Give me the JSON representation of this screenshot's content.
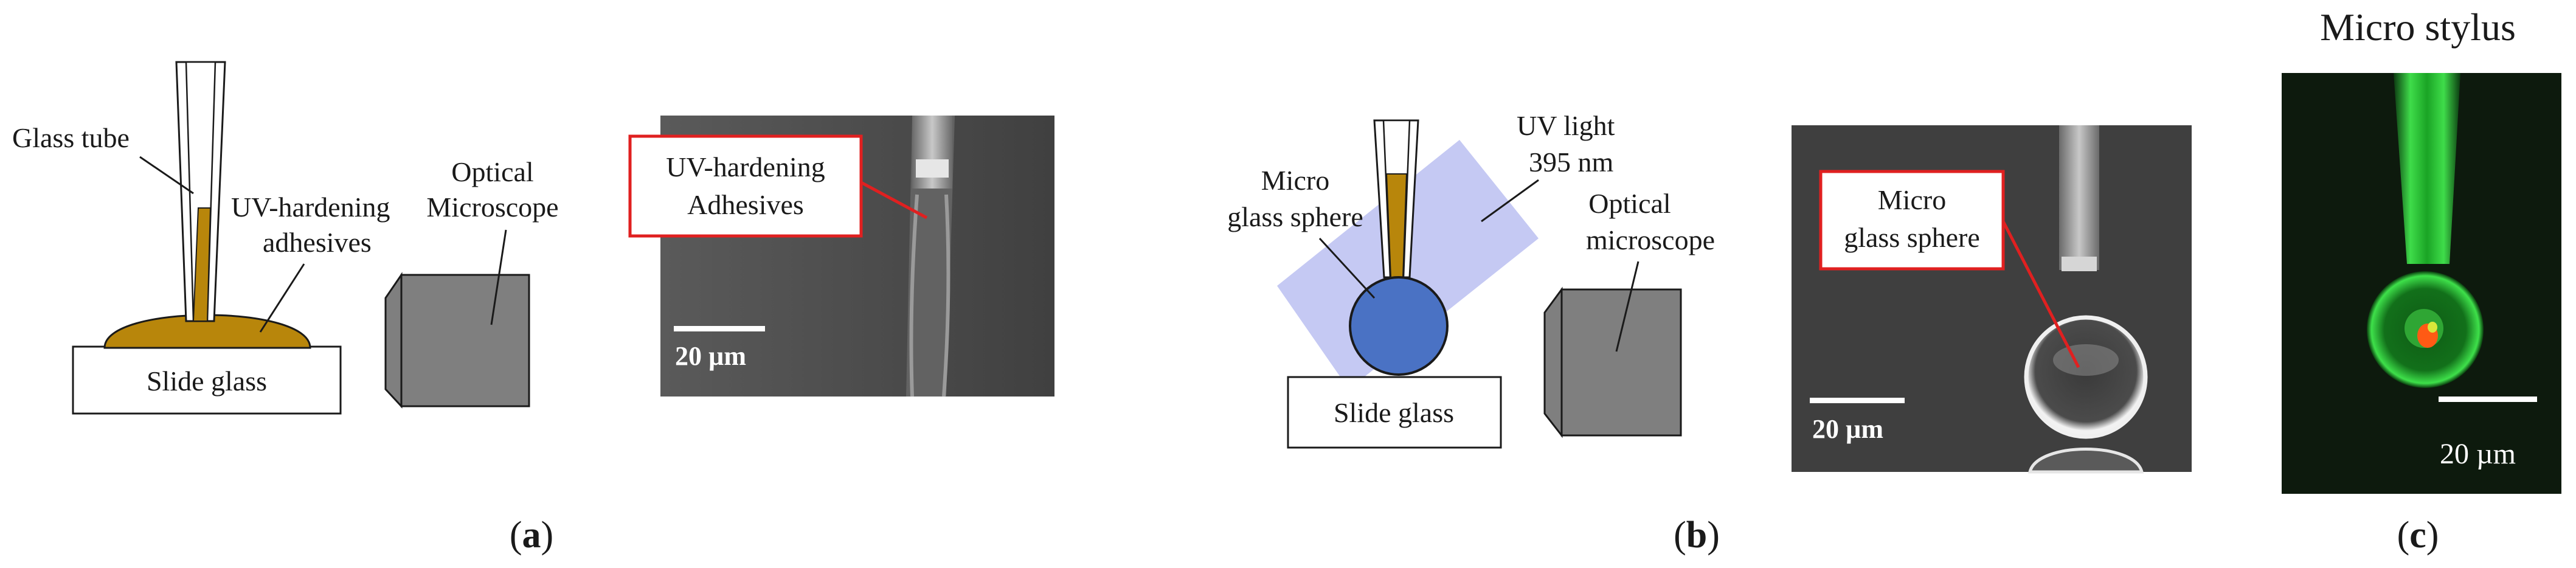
{
  "panel_a": {
    "label_letter": "a",
    "schematic": {
      "glass_tube": "Glass tube",
      "adhesive_line1": "UV-hardening",
      "adhesive_line2": "adhesives",
      "slide_glass": "Slide glass",
      "microscope_line1": "Optical",
      "microscope_line2": "Microscope"
    },
    "photo": {
      "callout_line1": "UV-hardening",
      "callout_line2": "Adhesives",
      "scale_bar": "20 µm"
    }
  },
  "panel_b": {
    "label_letter": "b",
    "schematic": {
      "sphere_line1": "Micro",
      "sphere_line2": "glass sphere",
      "uv_line1": "UV light",
      "uv_line2": "395 nm",
      "microscope_line1": "Optical",
      "microscope_line2": "microscope",
      "slide_glass": "Slide glass"
    },
    "photo": {
      "callout_line1": "Micro",
      "callout_line2": "glass sphere",
      "scale_bar": "20 µm"
    }
  },
  "panel_c": {
    "label_letter": "c",
    "title": "Micro stylus",
    "scale_bar": "20 µm"
  },
  "colors": {
    "adhesive": "#b8860b",
    "sphere": "#4a72c4",
    "uv_light": "#c5c9f3",
    "microscope": "#7f7f7f",
    "callout_border": "#e02020",
    "fluor_green": "#2ecc40"
  }
}
